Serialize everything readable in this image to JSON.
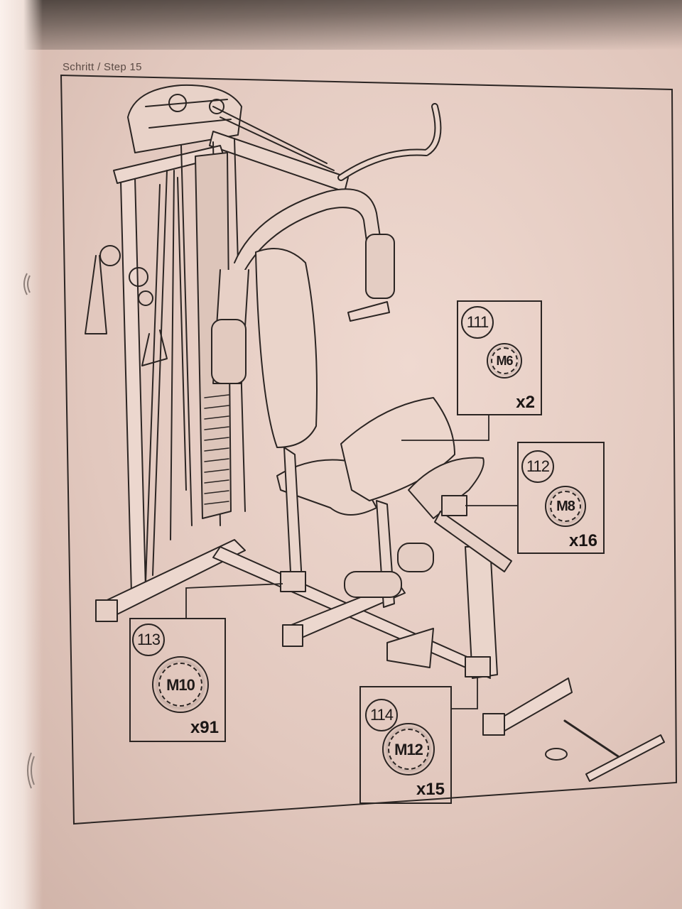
{
  "header": {
    "step_label": "Schritt / Step 15"
  },
  "parts": [
    {
      "number": "111",
      "size": "M6",
      "qty": "x2"
    },
    {
      "number": "112",
      "size": "M8",
      "qty": "x16"
    },
    {
      "number": "113",
      "size": "M10",
      "qty": "x91"
    },
    {
      "number": "114",
      "size": "M12",
      "qty": "x15"
    }
  ]
}
